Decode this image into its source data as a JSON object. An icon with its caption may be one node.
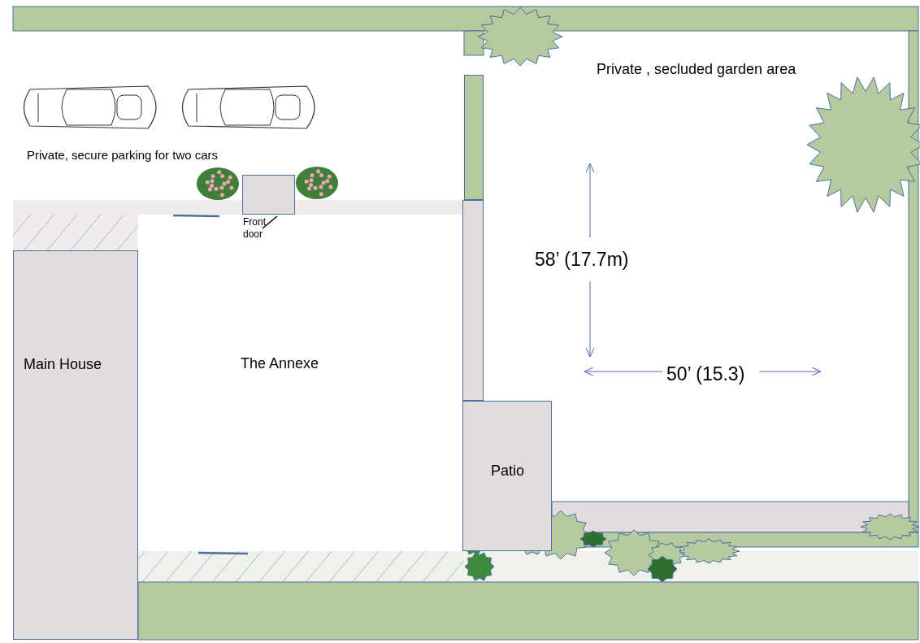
{
  "diagram": {
    "nodes": [
      {
        "text": [
          "Front door"
        ]
      },
      {
        "text": [
          "Main House"
        ]
      },
      {
        "text": [
          "The Annexe"
        ]
      },
      {
        "text": [
          "Patio"
        ]
      },
      {
        "text": [],
        "shape": "bar"
      },
      {
        "text": [],
        "shape": "bar"
      },
      {
        "text": [],
        "shape": "bar"
      }
    ],
    "labels": [
      "Private , secluded garden area",
      "Private, secure parking for two cars",
      "58’ (17.7m)",
      "50’ (15.3)"
    ]
  }
}
